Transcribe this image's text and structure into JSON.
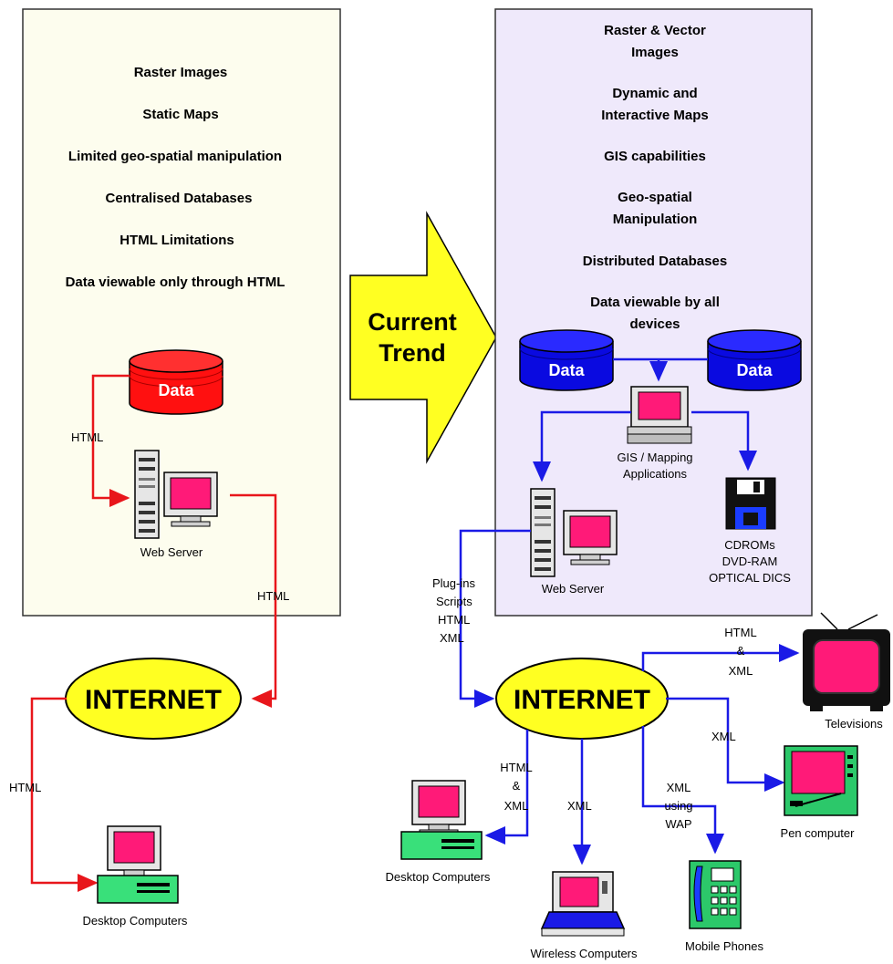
{
  "left_panel": {
    "items": [
      "Raster Images",
      "Static Maps",
      "Limited geo-spatial manipulation",
      "Centralised Databases",
      "HTML Limitations",
      "Data viewable only through HTML"
    ],
    "database_label": "Data",
    "server_label": "Web Server",
    "edge_db_server": "HTML",
    "edge_server_internet": "HTML"
  },
  "left_bottom": {
    "internet_label": "INTERNET",
    "edge_internet_desktop": "HTML",
    "desktop_label": "Desktop Computers"
  },
  "trend_arrow": {
    "line1": "Current",
    "line2": "Trend"
  },
  "right_panel": {
    "items": [
      [
        "Raster & Vector",
        "Images"
      ],
      [
        "Dynamic and",
        "Interactive Maps"
      ],
      [
        "GIS capabilities"
      ],
      [
        "Geo-spatial",
        "Manipulation"
      ],
      [
        "Distributed Databases"
      ],
      [
        "Data viewable by all",
        "devices"
      ]
    ],
    "database_left_label": "Data",
    "database_right_label": "Data",
    "gis_label_line1": "GIS / Mapping",
    "gis_label_line2": "Applications",
    "storage_line1": "CDROMs",
    "storage_line2": "DVD-RAM",
    "storage_line3": "OPTICAL DICS",
    "server_label": "Web Server"
  },
  "right_bottom": {
    "internet_label": "INTERNET",
    "edge_server_internet": [
      "Plug-ins",
      "Scripts",
      "HTML",
      "XML"
    ],
    "edge_tv": [
      "HTML",
      "&",
      "XML"
    ],
    "tv_label": "Televisions",
    "edge_pen": "XML",
    "pen_label": "Pen computer",
    "edge_desktop": [
      "HTML",
      "&",
      "XML"
    ],
    "desktop_label": "Desktop Computers",
    "edge_wireless": "XML",
    "wireless_label": "Wireless Computers",
    "edge_mobile": [
      "XML",
      "using",
      "WAP"
    ],
    "mobile_label": "Mobile Phones"
  },
  "colors": {
    "left_panel_bg": "#fdfdee",
    "right_panel_bg": "#efe9fb",
    "red_line": "#e8161b",
    "blue_line": "#1a1ae6",
    "internet_fill": "#ffff22",
    "trend_fill": "#ffff22",
    "db_red": "#ff1010",
    "db_blue": "#0a0ae0",
    "screen": "#ff1a78",
    "desktop_case": "#39e07a"
  }
}
